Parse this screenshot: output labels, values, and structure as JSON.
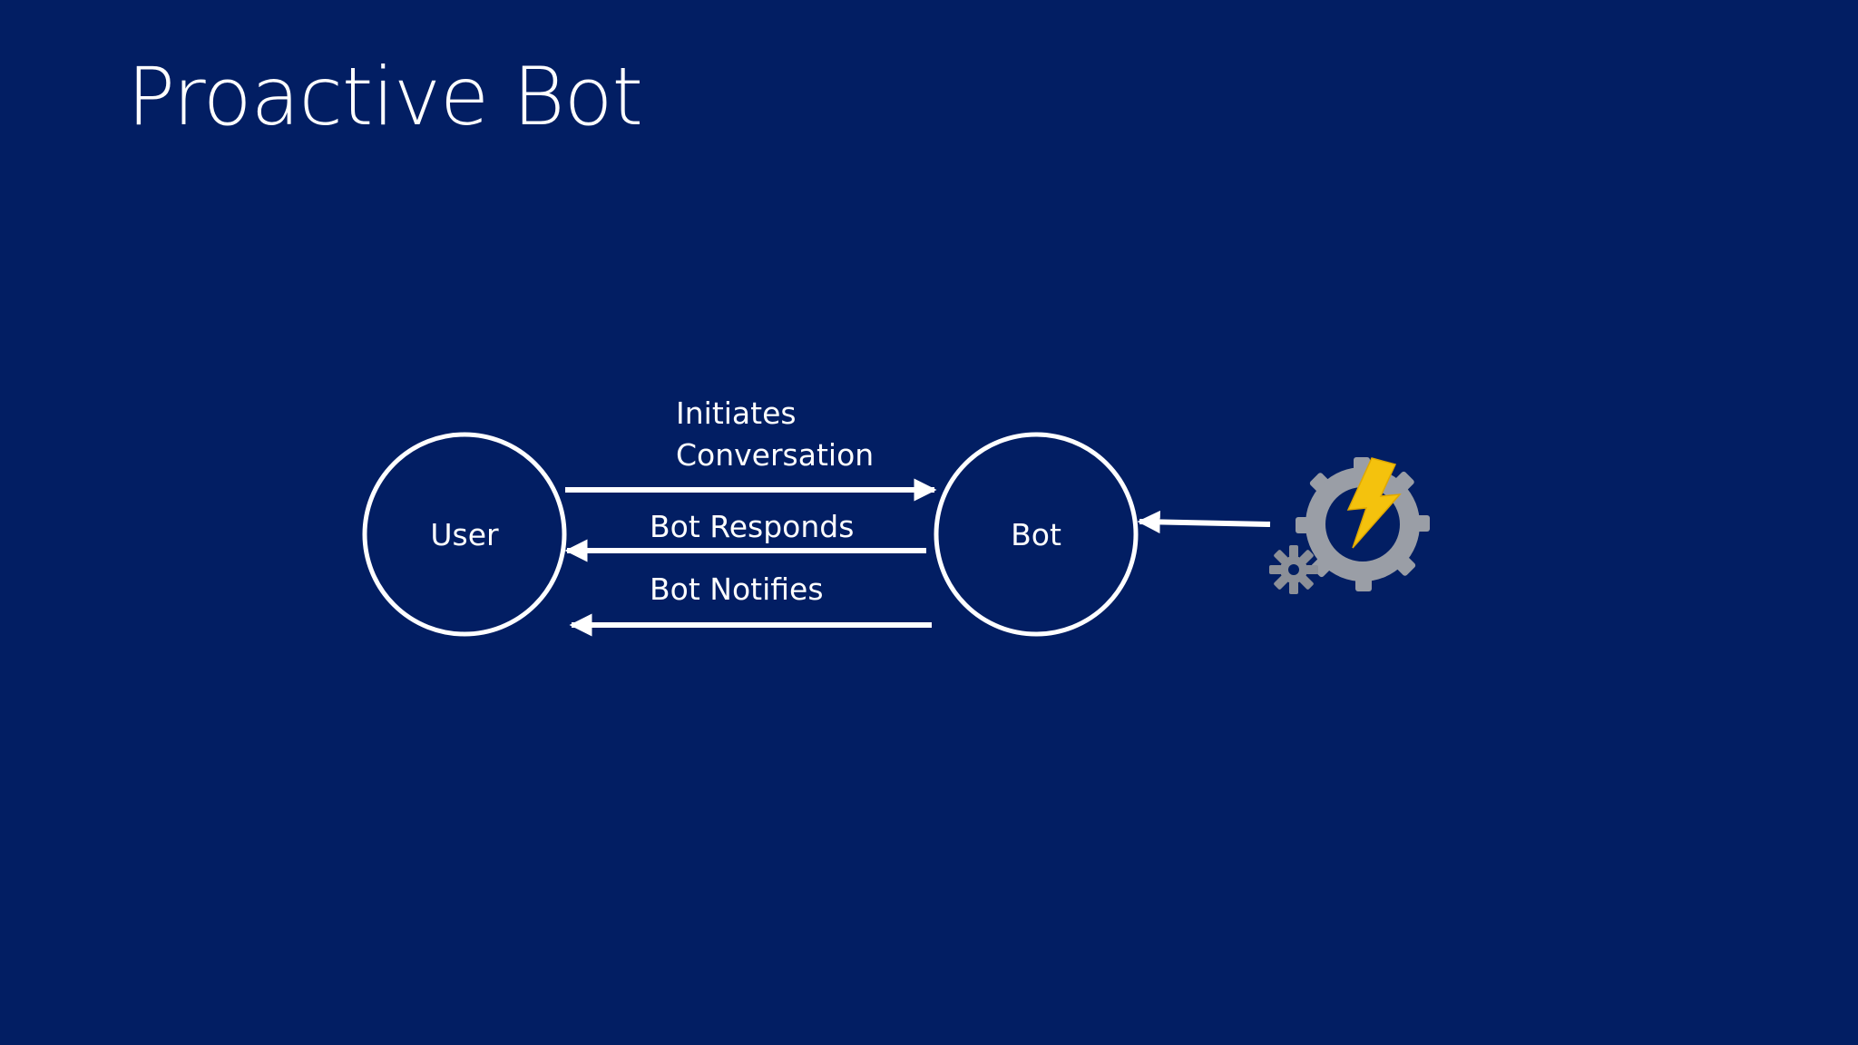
{
  "slide": {
    "title": "Proactive Bot"
  },
  "diagram": {
    "nodes": {
      "user": {
        "label": "User"
      },
      "bot": {
        "label": "Bot"
      },
      "trigger": {
        "icon": "azure-functions-gear-lightning-icon"
      }
    },
    "edges": {
      "initiates": {
        "label_line1": "Initiates",
        "label_line2": "Conversation",
        "from": "User",
        "to": "Bot"
      },
      "responds": {
        "label": "Bot Responds",
        "from": "Bot",
        "to": "User"
      },
      "notifies": {
        "label": "Bot Notifies",
        "from": "Bot",
        "to": "User"
      },
      "trigger": {
        "from": "trigger",
        "to": "Bot"
      }
    }
  },
  "colors": {
    "background": "#021e63",
    "foreground": "#ffffff",
    "gear": "#9a9ea6",
    "lightning": "#f4c20d"
  }
}
